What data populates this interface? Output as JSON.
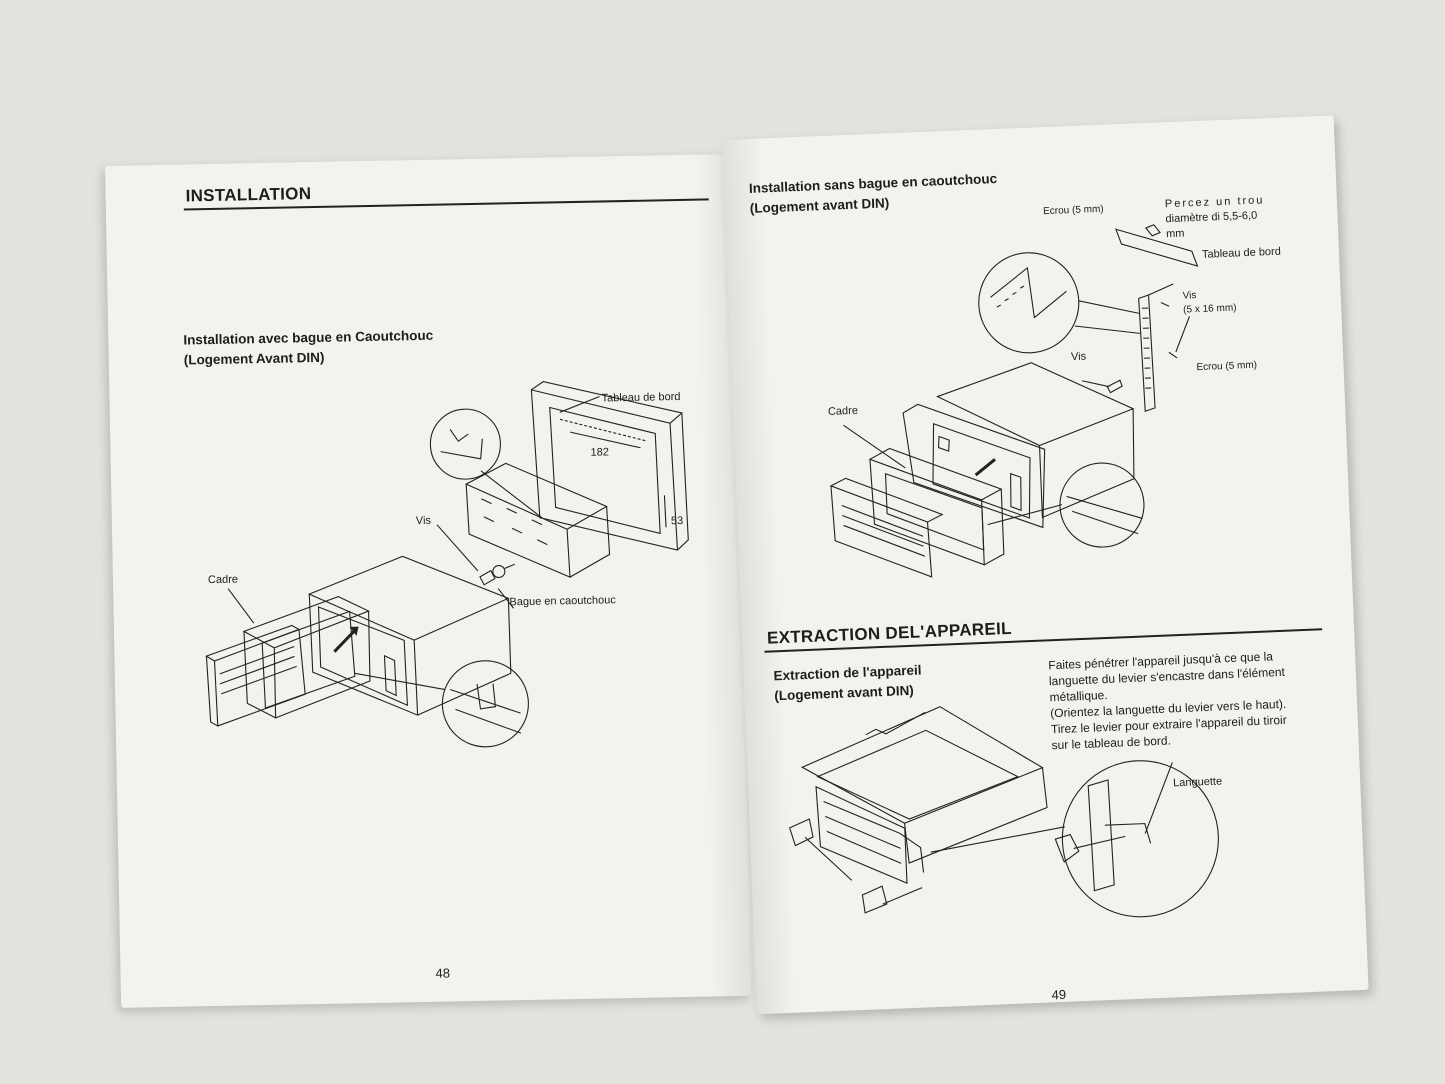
{
  "left_page": {
    "heading": "INSTALLATION",
    "subheading_line1": "Installation avec bague en Caoutchouc",
    "subheading_line2": "(Logement Avant DIN)",
    "labels": {
      "tableau": "Tableau de bord",
      "dim_width": "182",
      "dim_height": "53",
      "vis": "Vis",
      "cadre": "Cadre",
      "bague": "Bague en caoutchouc"
    },
    "page_number": "48"
  },
  "right_page": {
    "subheading_line1": "Installation sans bague en caoutchouc",
    "subheading_line2": "(Logement avant DIN)",
    "labels": {
      "ecrou_top": "Ecrou (5 mm)",
      "percez_1": "Percez un trou",
      "percez_2": "diamètre di 5,5-6,0",
      "percez_3": "mm",
      "tableau": "Tableau de bord",
      "vis_right": "Vis",
      "vis_size": "(5 x 16 mm)",
      "vis_left": "Vis",
      "ecrou_bottom": "Ecrou (5 mm)",
      "cadre": "Cadre"
    },
    "extraction_heading": "EXTRACTION DEL'APPAREIL",
    "extraction_sub_line1": "Extraction de l'appareil",
    "extraction_sub_line2": "(Logement avant DIN)",
    "extraction_text": [
      "Faites pénétrer l'appareil jusqu'à ce que la",
      "languette du levier s'encastre dans l'élément",
      "métallique.",
      "(Orientez la languette du levier vers le haut).",
      "Tirez le levier pour extraire l'appareil du tiroir",
      "sur le tableau de bord."
    ],
    "languette_label": "Languette",
    "page_number": "49"
  }
}
